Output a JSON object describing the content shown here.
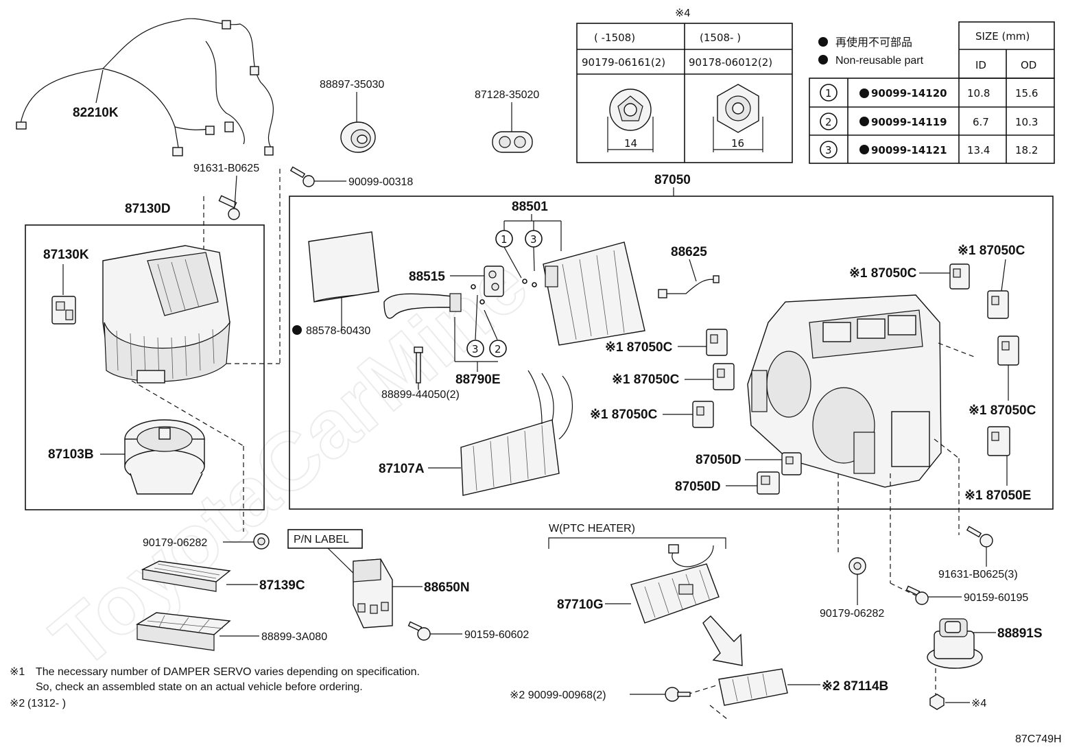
{
  "watermark": "ToyotaCarMine",
  "footer_code": "87C749H",
  "notes": {
    "note1_mark": "※1",
    "note1_line1": "The necessary number of DAMPER SERVO varies depending on specification.",
    "note1_line2": "So, check an assembled state on an actual vehicle before ordering.",
    "note2_mark": "※2",
    "note2_text": "(1312-        )"
  },
  "legend": {
    "jp": "再使用不可部品",
    "en": "Non-reusable part"
  },
  "size_table": {
    "header": "SIZE (mm)",
    "col_id": "ID",
    "col_od": "OD",
    "rows": [
      {
        "num": "1",
        "part": "90099-14120",
        "id": "10.8",
        "od": "15.6"
      },
      {
        "num": "2",
        "part": "90099-14119",
        "id": "6.7",
        "od": "10.3"
      },
      {
        "num": "3",
        "part": "90099-14121",
        "id": "13.4",
        "od": "18.2"
      }
    ]
  },
  "nut_table": {
    "title": "※4",
    "col1_head": "(      -1508)",
    "col2_head": "(1508-      )",
    "col1_part": "90179-06161(2)",
    "col2_part": "90178-06012(2)",
    "col1_dim": "14",
    "col2_dim": "16"
  },
  "labels": {
    "p82210K": "82210K",
    "p91631a": "91631-B0625",
    "p90099_318": "90099-00318",
    "p88897": "88897-35030",
    "p87128": "87128-35020",
    "p87130D": "87130D",
    "p87130K": "87130K",
    "p87103B": "87103B",
    "p87050": "87050",
    "p88501": "88501",
    "p88515": "88515",
    "p88578": "88578-60430",
    "p88625": "88625",
    "p88899_440": "88899-44050(2)",
    "p88790E": "88790E",
    "p87107A": "87107A",
    "p87050C_a": "※1 87050C",
    "p87050C_b": "※1 87050C",
    "p87050C_c": "※1 87050C",
    "p87050C_d": "※1 87050C",
    "p87050C_e": "※1 87050C",
    "p87050C_f": "※1 87050C",
    "p87050D_a": "87050D",
    "p87050D_b": "87050D",
    "p87050E": "※1 87050E",
    "p90179_282a": "90179-06282",
    "p87139C": "87139C",
    "p88899_3A": "88899-3A080",
    "pn_label": "P/N LABEL",
    "p88650N": "88650N",
    "p90159_602": "90159-60602",
    "ptc_heater": "W(PTC HEATER)",
    "p87710G": "87710G",
    "p90099_968": "※2 90099-00968(2)",
    "p87114B": "※2 87114B",
    "p90179_282b": "90179-06282",
    "p91631b": "91631-B0625(3)",
    "p90159_195": "90159-60195",
    "p88891S": "88891S",
    "p_note4": "※4"
  }
}
